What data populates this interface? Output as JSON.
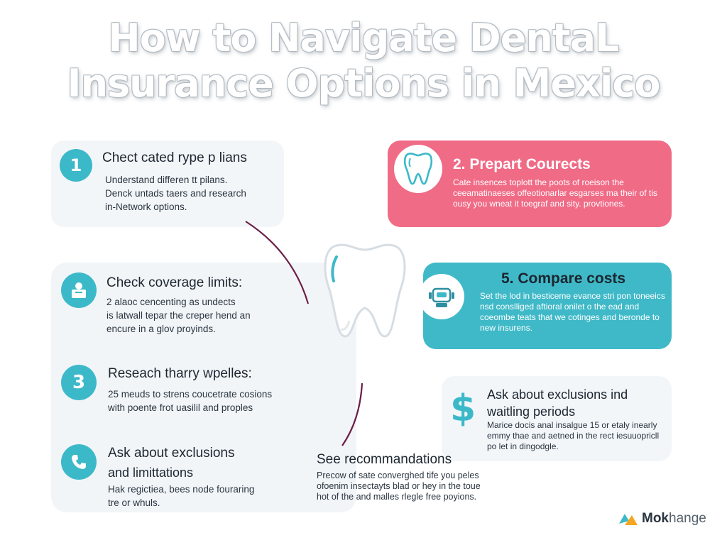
{
  "title": {
    "line1": "How to Navigate DentaL",
    "line2": "Insurance Options in Mexico"
  },
  "card1": {
    "number": "1",
    "heading": "Chect cated rype p lians",
    "body": "Understand differen tt pilans.\nDenck untads taers and research\nin-Network options."
  },
  "card2": {
    "heading": "2. Prepart Courects",
    "body": "Cate insences toplott the poots of roeison the ceeamatinaeses offeotionarlar esgarses ma their of tis ousy you wneat it toegraf and sity. provtiones.",
    "icon": "tooth-icon"
  },
  "card_limits": {
    "heading": "Check coverage limits:",
    "body": "2 alaoc cencenting as undects\nis latwall tepar the creper hend an\nencure in a glov proyinds.",
    "icon": "clipboard-person-icon"
  },
  "card5": {
    "heading": "5. Compare costs",
    "body": "Set the lod in besticeme evance stri pon toneeics nsd conslliged aftioral onilet o the ead and coeombe teats that we cotinges and beronde to new insurens.",
    "icon": "robot-icon"
  },
  "card3": {
    "number": "3",
    "heading": "Reseach tharry wpelles:",
    "body": "25 meuds to strens coucetrate cosions\nwith poente frot uasilil and proples"
  },
  "card_exclusions_left": {
    "heading_line1": "Ask about exclusions",
    "heading_line2": "and limittations",
    "body": "Hak regictiea, bees node fouraring\ntre or whuls.",
    "icon": "phone-icon"
  },
  "card_exclusions_right": {
    "heading_line1": "Ask about exclusions ind",
    "heading_line2": "waitling periods",
    "body": "Marice docis anal insalgue 15 or etaly inearly emmy thae and aetned in the rect iesuuopricll po let in dingodgle.",
    "icon": "dollar-icon",
    "icon_glyph": "$"
  },
  "see": {
    "heading": "See recommandations",
    "body": "Precow of sate converghed tife you peles ofoenim insectayts blad or hey in the toue hot of the and malles rlegle free poyions."
  },
  "logo": {
    "name_bold": "Mok",
    "name_light": "hange"
  },
  "colors": {
    "teal": "#3cb9c9",
    "pink": "#f06b86",
    "panel": "#f3f6f9",
    "connector": "#6b1f48"
  }
}
